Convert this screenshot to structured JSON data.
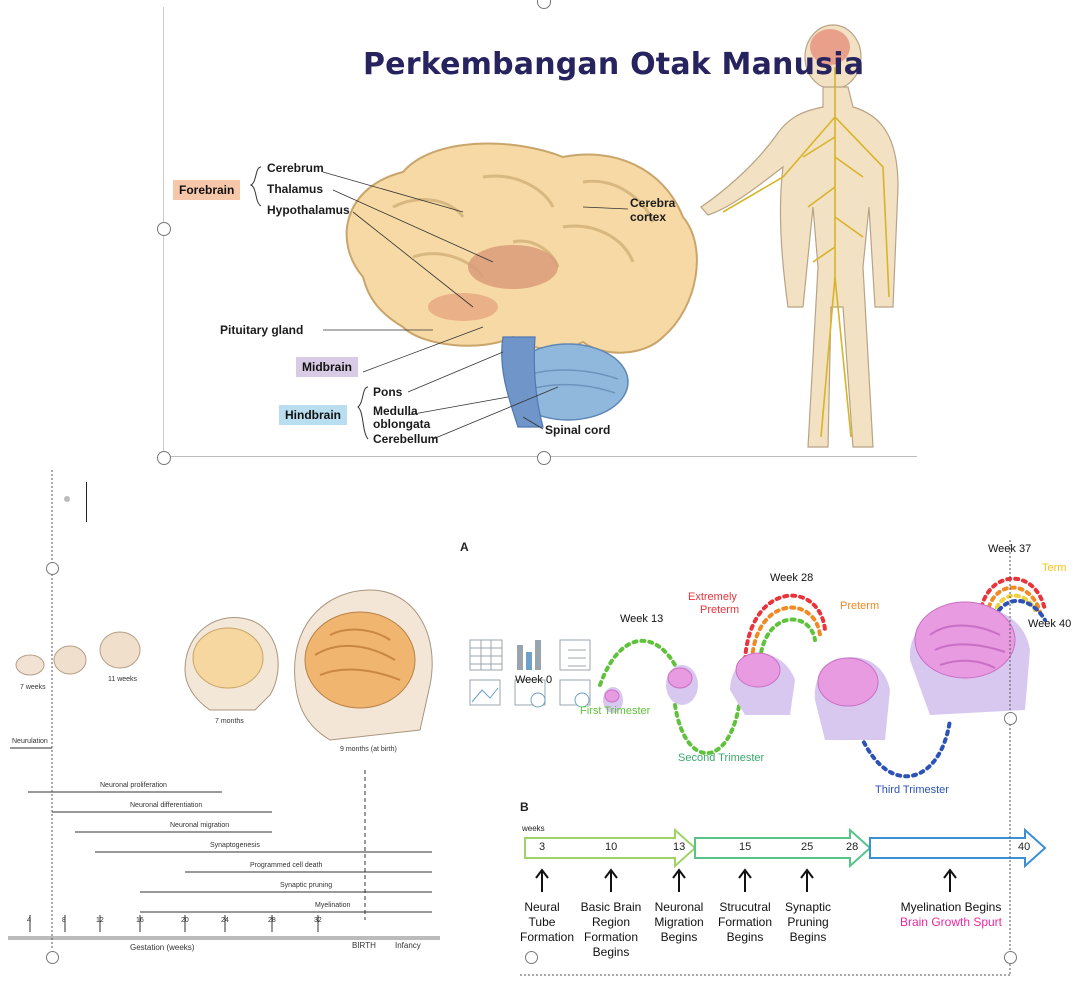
{
  "top": {
    "title": "Perkembangan Otak Manusia",
    "region_tags": {
      "forebrain": "Forebrain",
      "midbrain": "Midbrain",
      "hindbrain": "Hindbrain"
    },
    "forebrain_parts": [
      "Cerebrum",
      "Thalamus",
      "Hypothalamus"
    ],
    "labels": {
      "cerebral_cortex_line1": "Cerebra",
      "cerebral_cortex_line2": "cortex",
      "pituitary": "Pituitary gland",
      "pons": "Pons",
      "medulla_line1": "Medulla",
      "medulla_line2": "oblongata",
      "cerebellum": "Cerebellum",
      "spinal_cord": "Spinal cord"
    },
    "colors": {
      "forebrain": "#f6c7a8",
      "midbrain": "#d9cbe6",
      "hindbrain": "#b9def0",
      "title": "#27235e"
    }
  },
  "left_panel": {
    "stage_labels": [
      "7 weeks",
      "11 weeks",
      "7 months",
      "9 months (at birth)"
    ],
    "processes": [
      "Neurulation",
      "Neuronal proliferation",
      "Neuronal differentiation",
      "Neuronal migration",
      "Synaptogenesis",
      "Programmed cell death",
      "Synaptic pruning",
      "Myelination"
    ],
    "ticks": [
      "4",
      "8",
      "12",
      "16",
      "20",
      "24",
      "28",
      "32"
    ],
    "axis_label": "Gestation (weeks)",
    "birth_label": "BIRTH",
    "infancy_label": "Infancy"
  },
  "panel_a": {
    "label": "A",
    "weeks": {
      "w0": "Week 0",
      "w13": "Week 13",
      "w28": "Week 28",
      "w37": "Week 37",
      "w40": "Week 40"
    },
    "terms": {
      "extremely_preterm_1": "Extremely",
      "extremely_preterm_2": "Preterm",
      "preterm": "Preterm",
      "term": "Term"
    },
    "trimesters": {
      "first": "First Trimester",
      "second": "Second Trimester",
      "third": "Third Trimester"
    },
    "colors": {
      "green": "#5fc23c",
      "red": "#e8343a",
      "orange": "#f08a24",
      "blue": "#2c52b8",
      "brain": "#e89be0",
      "head": "#d8c7ef"
    }
  },
  "panel_b": {
    "label": "B",
    "unit": "weeks",
    "week_numbers": [
      "3",
      "10",
      "13",
      "15",
      "25",
      "28",
      "40"
    ],
    "milestones": [
      {
        "lines": [
          "Neural",
          "Tube",
          "Formation"
        ]
      },
      {
        "lines": [
          "Basic Brain",
          "Region",
          "Formation",
          "Begins"
        ]
      },
      {
        "lines": [
          "Neuronal",
          "Migration",
          "Begins"
        ]
      },
      {
        "lines": [
          "Strucutral",
          "Formation",
          "Begins"
        ]
      },
      {
        "lines": [
          "Synaptic",
          "Pruning",
          "Begins"
        ]
      },
      {
        "line1": "Myelination Begins",
        "line2": "Brain Growth Spurt"
      }
    ],
    "colors": {
      "arrow1": "#9ed36a",
      "arrow2": "#58c48a",
      "arrow3": "#3b8fd6",
      "spurt": "#ea2aa0"
    }
  }
}
